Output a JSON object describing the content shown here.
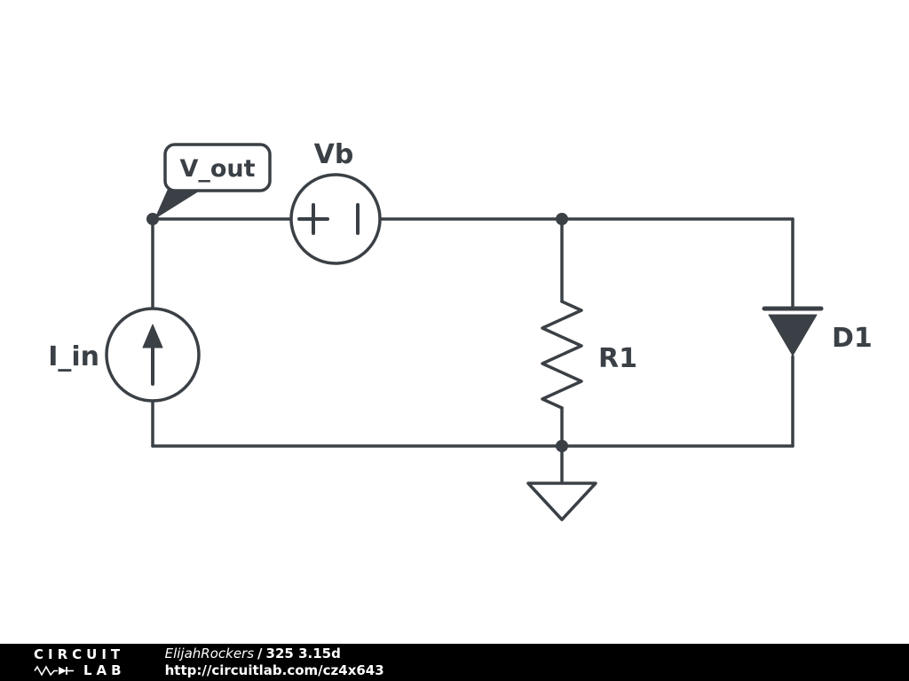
{
  "colors": {
    "stroke": "#3a4045",
    "footer_background": "#000000",
    "footer_text": "#ffffff"
  },
  "schematic": {
    "node_label": "V_out",
    "voltage_source": {
      "label": "Vb"
    },
    "current_source": {
      "label": "I_in"
    },
    "resistor": {
      "label": "R1"
    },
    "diode": {
      "label": "D1"
    }
  },
  "footer": {
    "logo": {
      "line1": "CIRCUIT",
      "line2": "LAB"
    },
    "author": "ElijahRockers",
    "separator": "/",
    "title": "325 3.15d",
    "url": "http://circuitlab.com/cz4x643"
  }
}
